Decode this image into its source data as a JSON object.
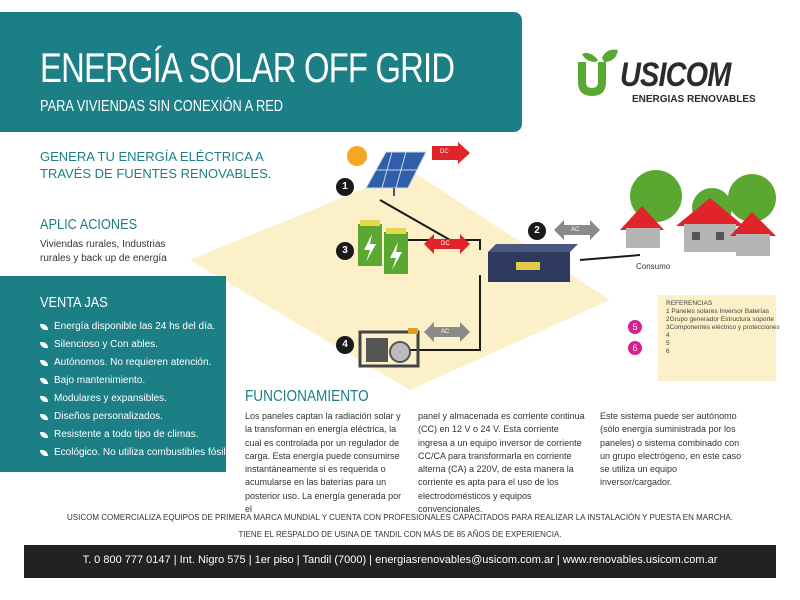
{
  "header": {
    "title": "ENERGÍA SOLAR OFF GRID",
    "subtitle": "PARA VIVIENDAS SIN CONEXIÓN A RED"
  },
  "logo": {
    "name": "USICOM",
    "tagline": "ENERGIAS RENOVABLES"
  },
  "intro": "GENERA TU ENERGÍA ELÉCTRICA A TRAVÉS DE FUENTES RENOVABLES.",
  "aplicaciones": {
    "title": "APLIC ACIONES",
    "text": "Viviendas rurales, Industrias rurales y back up de energía"
  },
  "ventajas": {
    "title": "VENTA JAS",
    "items": [
      "Energía disponible las 24 hs del día.",
      "Silencioso y Con ables.",
      "Autónomos. No requieren atención.",
      "Bajo mantenimiento.",
      "Modulares y expansibles.",
      "Diseños personalizados.",
      "Resistente a todo tipo de climas.",
      "Ecológico. No utiliza combustibles fósiles."
    ]
  },
  "diagram": {
    "numbers": [
      "1",
      "2",
      "3",
      "4"
    ],
    "arrow_labels": {
      "dc_top": "DC",
      "dc_mid": "DC",
      "ac_right": "AC",
      "ac_bottom": "AC"
    },
    "consumo": "Consumo",
    "pins": [
      "5",
      "6"
    ],
    "colors": {
      "teal": "#1c7f86",
      "green": "#5aa832",
      "red": "#e0242a",
      "gray": "#8a8a8a",
      "navy": "#2e3a5e"
    }
  },
  "referencias": {
    "title": "REFERENCIAS",
    "lines": [
      "1 Paneles solares   Inversor   Baterías",
      "2Grupo generador   Estructura soporte",
      "3Componentes eléctrico y protecciones",
      "4",
      "5",
      "6"
    ]
  },
  "funcionamiento": {
    "title": "FUNCIONAMIENTO",
    "col1": "Los paneles captan la radiación solar y la transforman en energía eléctrica, la cual es controlada por un regulador de carga. Esta energía puede consumirse instantáneamente si es requerida o acumularse en las baterías para un posterior uso. La energía generada por el",
    "col2": "panel y almacenada es corriente continua (CC) en 12 V o 24 V. Esta corriente ingresa a un equipo inversor de corriente CC/CA para transformarla en corriente alterna (CA) a 220V, de esta manera la corriente es apta para el uso de los electrodomésticos y equipos convencionales.",
    "col3": "Este sistema puede ser autónomo (sólo energía suministrada por los paneles) o sistema combinado con un grupo electrógeno, en este caso se utiliza un equipo inversor/cargador."
  },
  "footer": {
    "line1": "USICOM COMERCIALIZA EQUIPOS DE PRIMERA MARCA MUNDIAL Y CUENTA CON PROFESIONALES CAPACITADOS PARA REALIZAR LA INSTALACIÓN Y PUESTA EN MARCHA.",
    "line2": "TIENE EL RESPALDO DE USINA DE TANDIL CON MÁS DE 85 AÑOS DE EXPERIENCIA.",
    "contact": "T. 0 800 777 0147 | Int. Nigro 575 | 1er piso | Tandil (7000) | energiasrenovables@usicom.com.ar | www.renovables.usicom.com.ar"
  }
}
